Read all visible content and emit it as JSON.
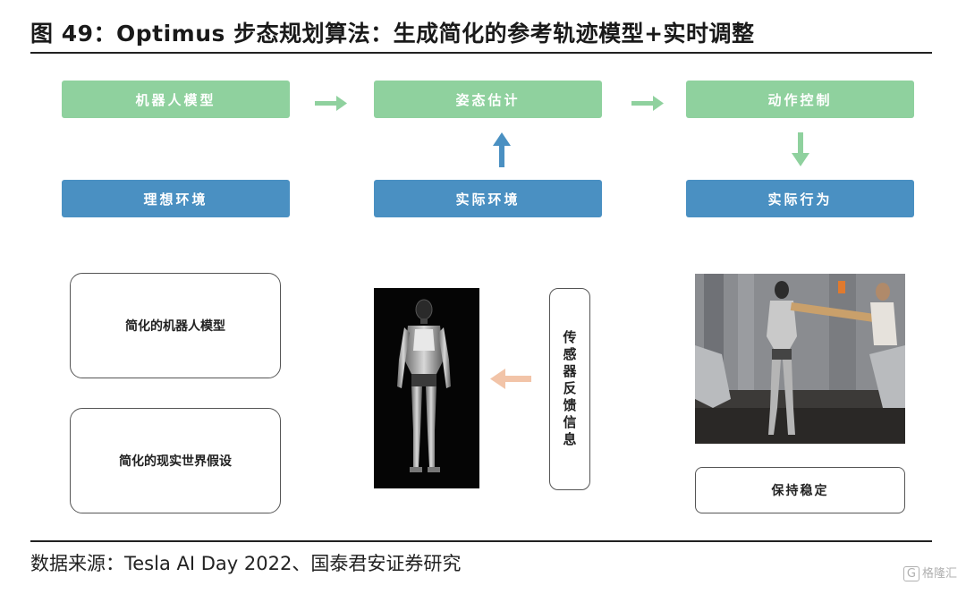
{
  "title": "图 49：Optimus 步态规划算法：生成简化的参考轨迹模型+实时调整",
  "flow": {
    "top_row": [
      "机器人模型",
      "姿态估计",
      "动作控制"
    ],
    "bottom_row": [
      "理想环境",
      "实际环境",
      "实际行为"
    ]
  },
  "simplified": {
    "box1": "简化的机器人模型",
    "box2": "简化的现实世界假设"
  },
  "sensor_feedback": "传感器反馈信息",
  "stability": "保持稳定",
  "source": "数据来源：Tesla AI Day 2022、国泰君安证券研究",
  "watermark": "格隆汇",
  "colors": {
    "green_box": "#8fd19e",
    "blue_box": "#4a90c2",
    "green_arrow": "#8fd19e",
    "blue_arrow": "#4a90c2",
    "feedback_arrow": "#f2c4a8"
  },
  "images": {
    "robot_render": "robot-render-image",
    "robot_demo_photo": "robot-demo-photo"
  }
}
